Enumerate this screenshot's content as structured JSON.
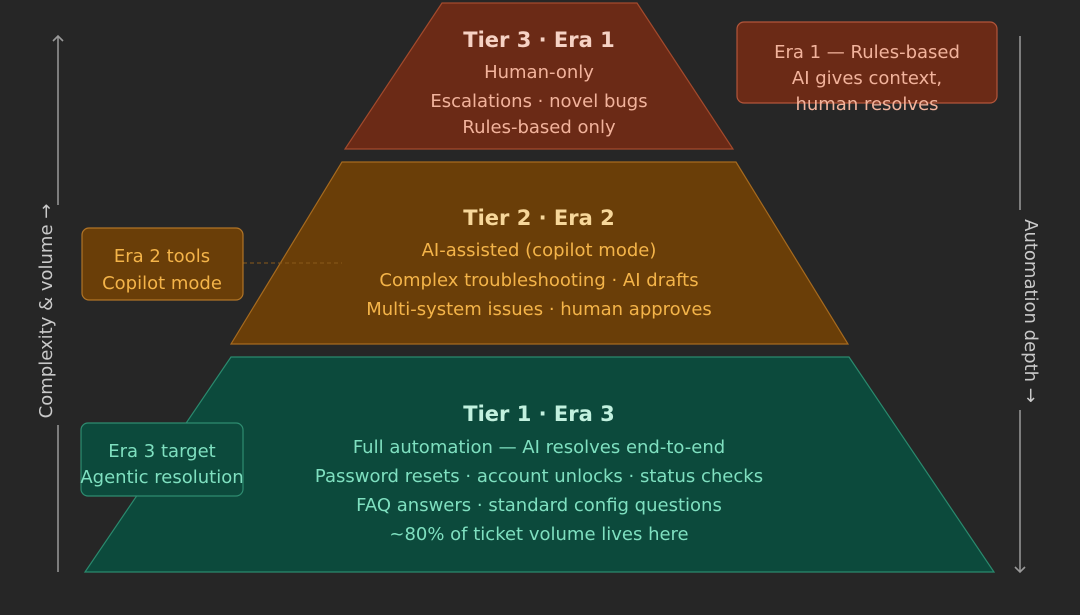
{
  "tiers": {
    "t3": {
      "title": "Tier 3 · Era 1",
      "lines": [
        "Human-only",
        "Escalations · novel bugs",
        "Rules-based only"
      ]
    },
    "t2": {
      "title": "Tier 2 · Era 2",
      "lines": [
        "AI-assisted (copilot mode)",
        "Complex troubleshooting · AI drafts",
        "Multi-system issues · human approves"
      ]
    },
    "t1": {
      "title": "Tier 1 · Era 3",
      "lines": [
        "Full automation — AI resolves end-to-end",
        "Password resets · account unlocks · status checks",
        "FAQ answers · standard config questions",
        "~80% of ticket volume lives here"
      ]
    }
  },
  "callouts": {
    "era1": [
      "Era 1 — Rules-based",
      "AI gives context,",
      "human resolves"
    ],
    "era2": [
      "Era 2 tools",
      "Copilot mode"
    ],
    "era3": [
      "Era 3 target",
      "Agentic resolution"
    ]
  },
  "axes": {
    "left": "Complexity & volume →",
    "right": "Automation depth →"
  },
  "colors": {
    "background": "#262626",
    "tier3_fill": "#6b2a16",
    "tier3_text": "#f2b39c",
    "tier2_fill": "#6a3e08",
    "tier2_text": "#f4b449",
    "tier1_fill": "#0c4a3c",
    "tier1_text": "#7fe0c0",
    "axis": "#9a9a9a"
  }
}
